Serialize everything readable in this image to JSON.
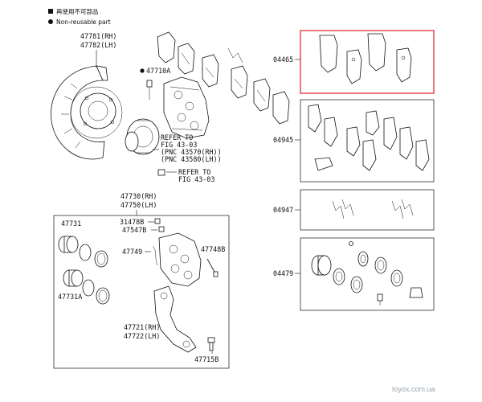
{
  "legend": {
    "item1": "再使用不可部品",
    "item2": "Non-reusable part"
  },
  "labels": {
    "p47781": "47781(RH)",
    "p47782": "47782(LH)",
    "p47710a": "47710A",
    "refer1": "REFER TO",
    "refer1b": "FIG 43-03",
    "pnc1": "(PNC 43570(RH))",
    "pnc2": "(PNC 43580(LH))",
    "refer2": "REFER TO",
    "refer2b": "FIG 43-03",
    "p47730": "47730(RH)",
    "p47750": "47750(LH)",
    "p47731": "47731",
    "p31478b": "31478B",
    "p47547b": "47547B",
    "p47748b": "47748B",
    "p47749": "47749",
    "p47731a": "47731A",
    "p47721": "47721(RH)",
    "p47722": "47722(LH)",
    "p47715b": "47715B",
    "k04465": "04465",
    "k04945": "04945",
    "k04947": "04947",
    "k04479": "04479"
  },
  "watermark": "toyox.com.ua",
  "colors": {
    "highlight": "#e0202a",
    "line": "#111111",
    "watermark": "#9aa5b0"
  }
}
